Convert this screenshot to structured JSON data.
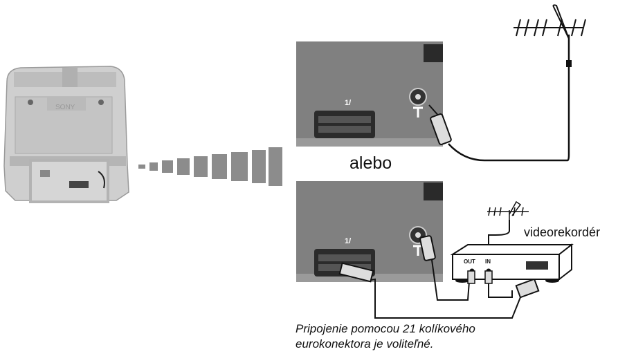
{
  "labels": {
    "alebo": "alebo",
    "vcr": "videorekordér",
    "scart_label_top": "1/",
    "scart_label_bottom": "1/",
    "out": "OUT",
    "in": "IN",
    "brand": "SONY"
  },
  "caption": {
    "line1": "Pripojenie pomocou 21 kolíkového",
    "line2": "eurokonektora je voliteľné."
  },
  "colors": {
    "panel": "#7f7f7f",
    "panel_light": "#9b9b9b",
    "tv_body": "#c9c9c9",
    "highlight": "#b8b8b8",
    "cable": "#111111"
  },
  "icons": [
    "tv-back-icon",
    "antenna-icon",
    "scart-socket-icon",
    "coax-socket-icon",
    "vcr-icon",
    "antenna-symbol-icon"
  ]
}
